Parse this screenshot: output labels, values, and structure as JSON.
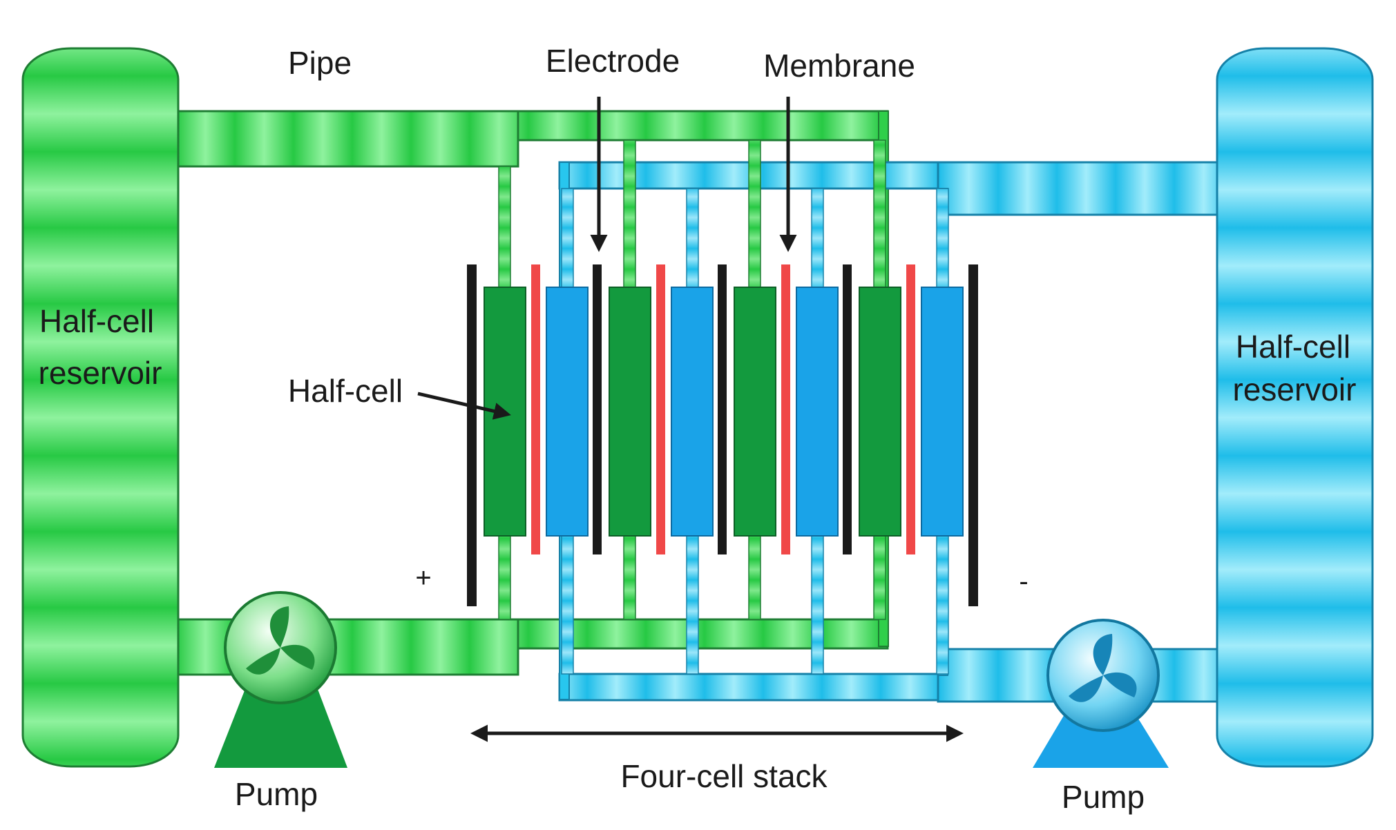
{
  "labels": {
    "pipe": "Pipe",
    "electrode": "Electrode",
    "membrane": "Membrane",
    "half_cell": "Half-cell",
    "left_reservoir": [
      "Half-cell",
      "reservoir"
    ],
    "right_reservoir": [
      "Half-cell",
      "reservoir"
    ],
    "pump_left": "Pump",
    "pump_right": "Pump",
    "stack": "Four-cell stack",
    "positive": "+",
    "negative": "-"
  },
  "colors": {
    "green_electrolyte": "#2fcf4a",
    "green_cell": "#139a3e",
    "blue_electrolyte": "#28c6ee",
    "blue_cell": "#1aa3e8",
    "membrane": "#f04848",
    "electrode": "#1a1a1a"
  },
  "stack": {
    "cells": 4,
    "icons": [
      "pump-icon",
      "pump-icon"
    ]
  }
}
